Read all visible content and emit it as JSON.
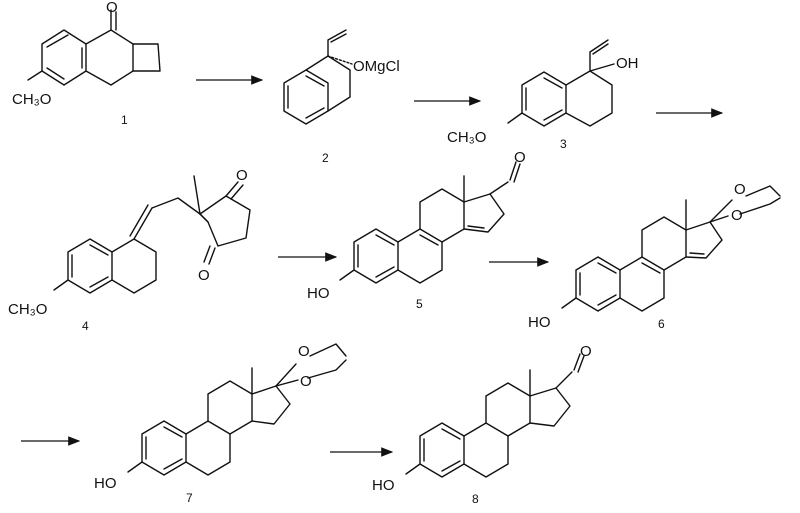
{
  "compounds": [
    {
      "number": "1",
      "labels": {
        "ketone_o": "O",
        "methoxy": "CH₃O"
      }
    },
    {
      "number": "2",
      "labels": {
        "alkoxide": "OMgCl"
      }
    },
    {
      "number": "3",
      "labels": {
        "hydroxyl": "OH",
        "methoxy": "CH₃O"
      }
    },
    {
      "number": "4",
      "labels": {
        "o_top": "O",
        "o_bottom": "O",
        "methoxy": "CH₃O"
      }
    },
    {
      "number": "5",
      "labels": {
        "ketone_o": "O",
        "hydroxyl": "HO"
      }
    },
    {
      "number": "6",
      "labels": {
        "o_a": "O",
        "o_b": "O",
        "hydroxyl": "HO"
      }
    },
    {
      "number": "7",
      "labels": {
        "o_a": "O",
        "o_b": "O",
        "hydroxyl": "HO"
      }
    },
    {
      "number": "8",
      "labels": {
        "ketone_o": "O",
        "hydroxyl": "HO"
      }
    }
  ],
  "arrows": [
    "1→2",
    "2→3",
    "3→4",
    "4→5",
    "5→6",
    "6→7",
    "7→8"
  ]
}
